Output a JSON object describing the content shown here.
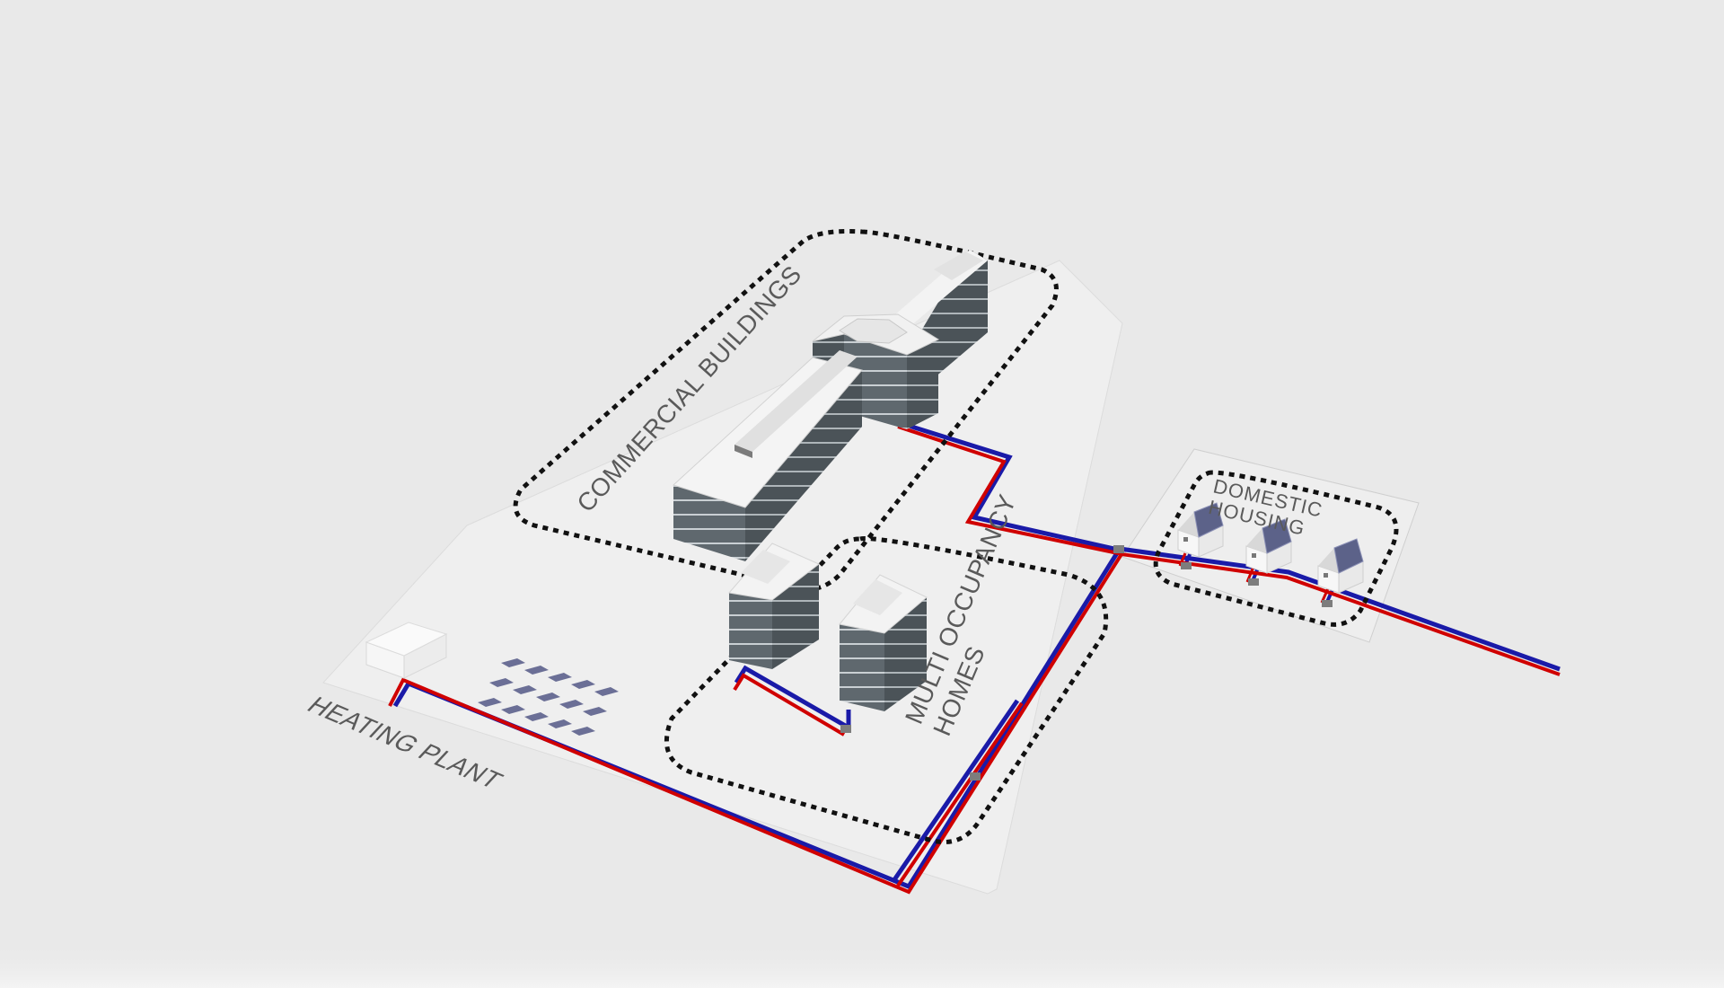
{
  "diagram": {
    "labels": {
      "commercial": "COMMERCIAL BUILDINGS",
      "multi_line1": "MULTI OCCUPANCY",
      "multi_line2": "HOMES",
      "domestic_line1": "DOMESTIC",
      "domestic_line2": "HOUSING",
      "plant": "HEATING PLANT"
    },
    "colors": {
      "background": "#e9e9e9",
      "supply_pipe": "#d00000",
      "return_pipe": "#1a1aa8",
      "zone_border": "#111111",
      "building_facade": "#5e666c",
      "roof": "#f4f4f4",
      "solar_panel": "#6b6f96"
    },
    "icons": [
      "office-building-icon",
      "tower-block-icon",
      "house-icon",
      "solar-panel-icon",
      "heating-plant-icon"
    ]
  }
}
